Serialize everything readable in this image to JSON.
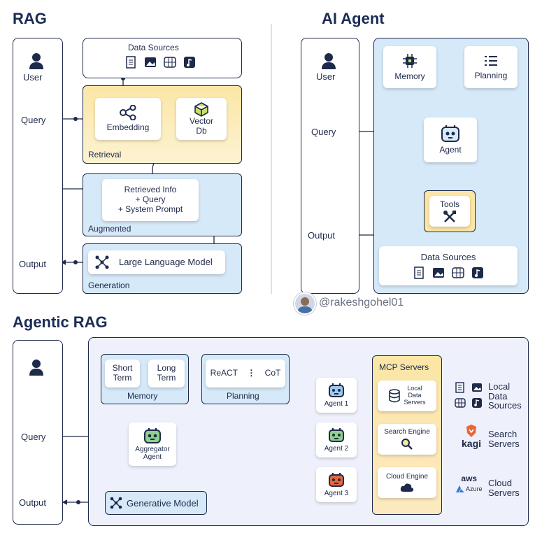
{
  "rag": {
    "title": "RAG",
    "user": "User",
    "query": "Query",
    "output": "Output",
    "data_sources": "Data Sources",
    "embedding": "Embedding",
    "vector_db_1": "Vector",
    "vector_db_2": "Db",
    "retrieval": "Retrieval",
    "retrieved_1": "Retrieved Info",
    "retrieved_2": "+ Query",
    "retrieved_3": "+ System Prompt",
    "augmented": "Augmented",
    "llm": "Large Language Model",
    "generation": "Generation"
  },
  "agent": {
    "title": "AI Agent",
    "user": "User",
    "query": "Query",
    "output": "Output",
    "memory": "Memory",
    "planning": "Planning",
    "agent": "Agent",
    "tools": "Tools",
    "data_sources": "Data Sources"
  },
  "handle": "@rakeshgohel01",
  "agentic": {
    "title": "Agentic RAG",
    "query": "Query",
    "output": "Output",
    "short_1": "Short",
    "short_2": "Term",
    "long_1": "Long",
    "long_2": "Term",
    "memory": "Memory",
    "react": "ReACT",
    "cot": "CoT",
    "planning": "Planning",
    "aggregator_1": "Aggregator",
    "aggregator_2": "Agent",
    "generative": "Generative Model",
    "agent1": "Agent 1",
    "agent2": "Agent 2",
    "agent3": "Agent 3",
    "mcp": "MCP Servers",
    "local_1": "Local",
    "local_2": "Data",
    "local_3": "Servers",
    "search_engine": "Search Engine",
    "cloud_engine": "Cloud Engine",
    "local_ds_1": "Local",
    "local_ds_2": "Data",
    "local_ds_3": "Sources",
    "search_srv_1": "Search",
    "search_srv_2": "Servers",
    "cloud_srv_1": "Cloud",
    "cloud_srv_2": "Servers",
    "kagi": "kagi",
    "aws": "aws",
    "azure": "Azure"
  },
  "colors": {
    "navy": "#1e2a4a",
    "blue_bg": "#d6e9f8",
    "yellow_bg": "#fbe6a6",
    "lavender_bg": "#eef0fb",
    "orange": "#f0a030",
    "green_face": "#8fd18a",
    "red_face": "#e8663a",
    "blue_face": "#9ec9ef"
  }
}
